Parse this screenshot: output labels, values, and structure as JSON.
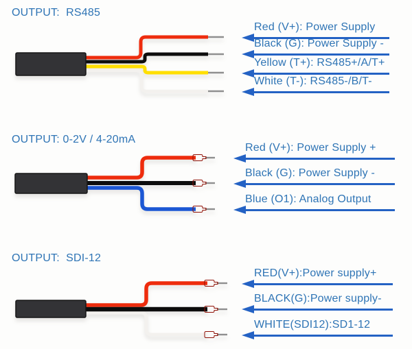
{
  "colors": {
    "text": "#2e74b5",
    "arrow": "#2462c4",
    "connector": "#333336",
    "wire_red": "#ee2c0d",
    "wire_black": "#0d0d0d",
    "wire_yellow": "#ffdf00",
    "wire_blue": "#1c57d4",
    "wire_white": "#f3f1ee",
    "ferrule": "#d92310",
    "tip_gray": "#8f8f8f"
  },
  "sections": [
    {
      "title": "OUTPUT:  RS485",
      "terminal_style": "bare tinned wire ends",
      "rows": [
        {
          "wire": "red",
          "label": "Red (V+): Power Supply"
        },
        {
          "wire": "black",
          "label": "Black (G): Power Supply -"
        },
        {
          "wire": "yellow",
          "label": "Yellow (T+): RS485+/A/T+"
        },
        {
          "wire": "white",
          "label": "White (T-): RS485-/B/T-"
        }
      ]
    },
    {
      "title": "OUTPUT: 0-2V / 4-20mA",
      "terminal_style": "red ferrule crimp terminals",
      "rows": [
        {
          "wire": "red",
          "label": "Red (V+): Power Supply +"
        },
        {
          "wire": "black",
          "label": "Black (G): Power Supply -"
        },
        {
          "wire": "blue",
          "label": "Blue (O1): Analog Output"
        }
      ]
    },
    {
      "title": "OUTPUT:  SDI-12",
      "terminal_style": "red ferrule crimp terminals",
      "rows": [
        {
          "wire": "red",
          "label": "RED(V+):Power supply+"
        },
        {
          "wire": "black",
          "label": "BLACK(G):Power supply-"
        },
        {
          "wire": "white",
          "label": "WHITE(SDI12):SD1-12"
        }
      ]
    }
  ]
}
